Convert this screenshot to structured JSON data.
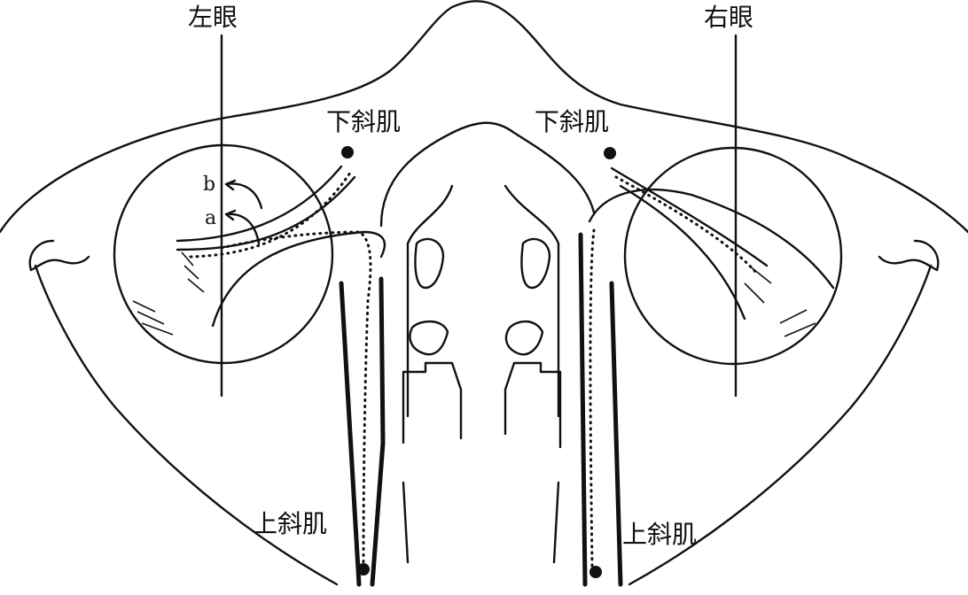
{
  "labels": {
    "left_eye": "左眼",
    "right_eye": "右眼",
    "inferior_oblique_left": "下斜肌",
    "inferior_oblique_right": "下斜肌",
    "superior_oblique_left": "上斜肌",
    "superior_oblique_right": "上斜肌",
    "arrow_b": "b",
    "arrow_a": "a"
  }
}
